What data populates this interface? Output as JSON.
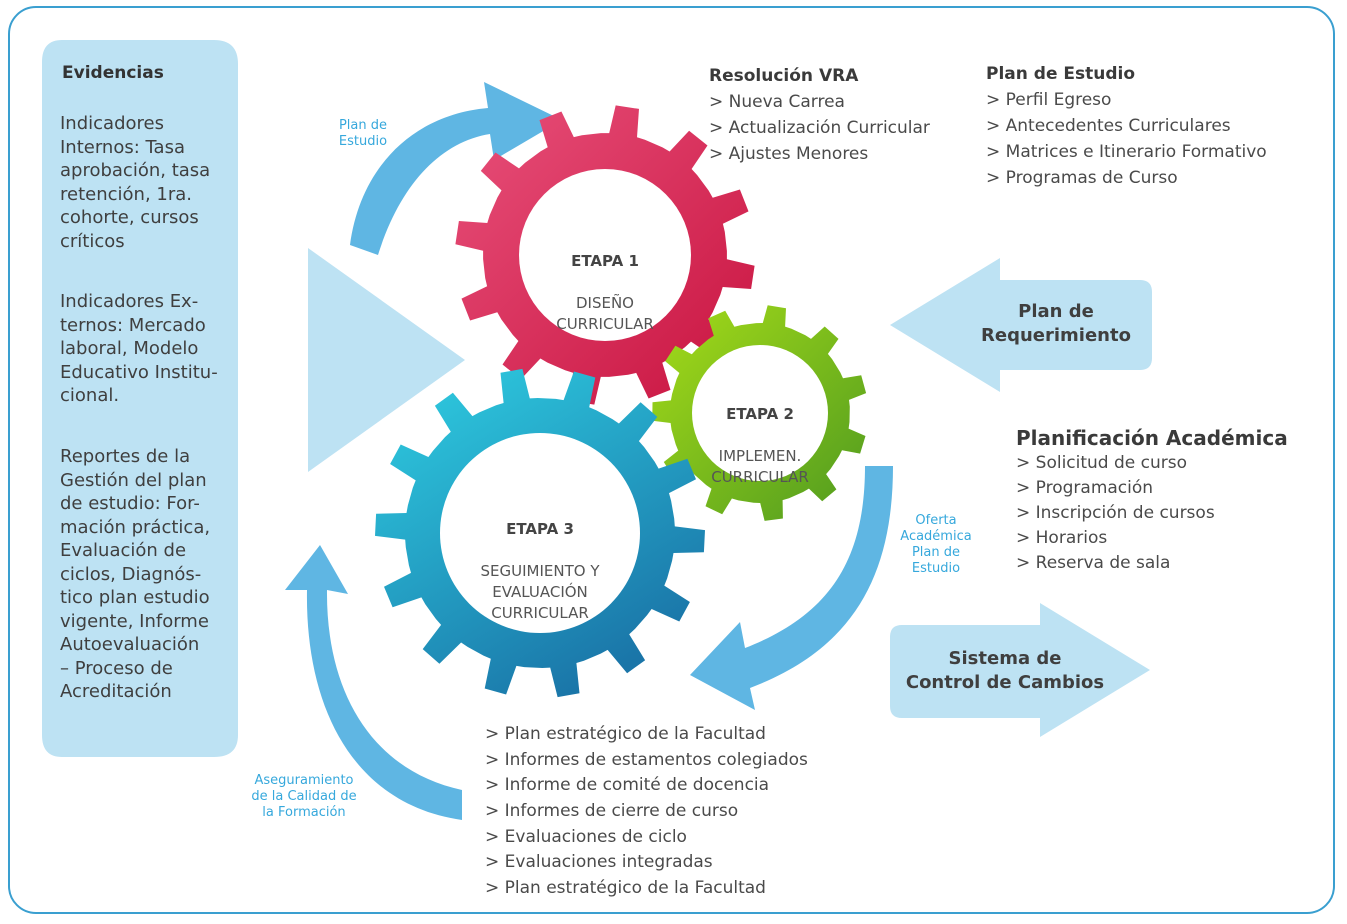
{
  "evidencias": {
    "title": "Evidencias",
    "p1": "Indicadores\nInternos: Tasa\naprobación, tasa\nretención, 1ra.\ncohorte, cursos\ncríticos",
    "p2": "Indicadores Ex-\nternos: Mercado\nlaboral, Modelo\nEducativo Institu-\ncional.",
    "p3": "Reportes de la\nGestión del plan\nde estudio: For-\nmación práctica,\nEvaluación de\nciclos, Diagnós-\ntico plan estudio\nvigente, Informe\nAutoevaluación\n– Proceso de\nAcreditación"
  },
  "arrow_labels": {
    "plan_estudio": "Plan de\nEstudio",
    "oferta": "Oferta\nAcadémica\nPlan de\nEstudio",
    "aseguramiento": "Aseguramiento\nde la Calidad de\nla Formación"
  },
  "gears": {
    "etapa1": {
      "title": "ETAPA 1",
      "subtitle": "DISEÑO\nCURRICULAR",
      "color": "#d92c5c"
    },
    "etapa2": {
      "title": "ETAPA 2",
      "subtitle": "IMPLEMEN.\nCURRICULAR",
      "color": "#72bf1a"
    },
    "etapa3": {
      "title": "ETAPA 3",
      "subtitle": "SEGUIMIENTO Y\nEVALUACIÓN\nCURRICULAR",
      "color": "#1fa3c9"
    }
  },
  "resolucion": {
    "title": "Resolución VRA",
    "items": [
      "> Nueva Carrea",
      "> Actualización Curricular",
      "> Ajustes Menores"
    ]
  },
  "plan_estudio": {
    "title": "Plan de Estudio",
    "items": [
      "> Perfil Egreso",
      "> Antecedentes Curriculares",
      "> Matrices e Itinerario Formativo",
      "> Programas de Curso"
    ]
  },
  "plan_requerimiento": {
    "label": "Plan de\nRequerimiento"
  },
  "planificacion": {
    "title": "Planificación Académica",
    "items": [
      "> Solicitud de curso",
      "> Programación",
      "> Inscripción de cursos",
      "> Horarios",
      "> Reserva de sala"
    ]
  },
  "sistema_cambios": {
    "label": "Sistema de\nControl de Cambios"
  },
  "seguimiento": {
    "items": [
      "> Plan estratégico de la Facultad",
      "> Informes de estamentos colegiados",
      "> Informe de comité de docencia",
      "> Informes de cierre de curso",
      "> Evaluaciones de ciclo",
      "> Evaluaciones integradas",
      "> Plan estratégico de la Facultad"
    ]
  },
  "colors": {
    "light_blue": "#bde2f3",
    "arrow_blue": "#5fb6e3",
    "frame": "#3a9fd0"
  }
}
